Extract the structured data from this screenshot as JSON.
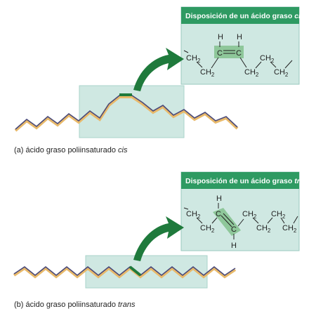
{
  "panels": [
    {
      "id": "cis",
      "box_title_prefix": "Disposición de un ácido graso ",
      "box_title_isomer": "cis",
      "caption_label": "(a)",
      "caption_text": "ácido graso poliinsaturado ",
      "caption_isomer": "cis",
      "h_label": "H",
      "ch2_label": "CH",
      "ch2_sub": "2",
      "c_label": "C"
    },
    {
      "id": "trans",
      "box_title_prefix": "Disposición de un ácido graso ",
      "box_title_isomer": "trans",
      "caption_label": "(b)",
      "caption_text": "ácido graso poliinsaturado ",
      "caption_isomer": "trans",
      "h_label": "H",
      "ch2_label": "CH",
      "ch2_sub": "2",
      "c_label": "C"
    }
  ],
  "colors": {
    "box_fill": "#cfe8e2",
    "box_border": "#9ac9bf",
    "title_bar": "#2e9a62",
    "arrow": "#1f7a3c",
    "chain_dark": "#4a4a7a",
    "chain_light": "#e8b96a",
    "highlight_box": "#8ec79a",
    "double_bond": "#1f7a3c"
  }
}
